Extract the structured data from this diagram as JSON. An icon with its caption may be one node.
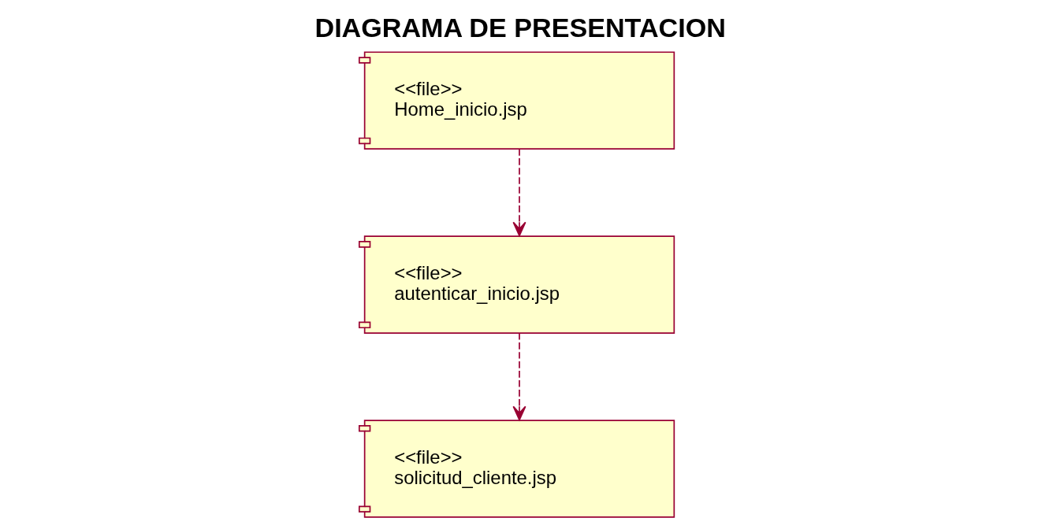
{
  "diagram": {
    "title": "DIAGRAMA DE PRESENTACION",
    "nodes": [
      {
        "text": [
          "<<file>>",
          "Home_inicio.jsp"
        ]
      },
      {
        "text": [
          "<<file>>",
          "autenticar_inicio.jsp"
        ]
      },
      {
        "text": [
          "<<file>>",
          "solicitud_cliente.jsp"
        ]
      }
    ],
    "edges": [
      {
        "from": 0,
        "to": 1,
        "arrow": "to",
        "style": "dashed"
      },
      {
        "from": 1,
        "to": 2,
        "arrow": "to",
        "style": "dashed"
      }
    ]
  }
}
